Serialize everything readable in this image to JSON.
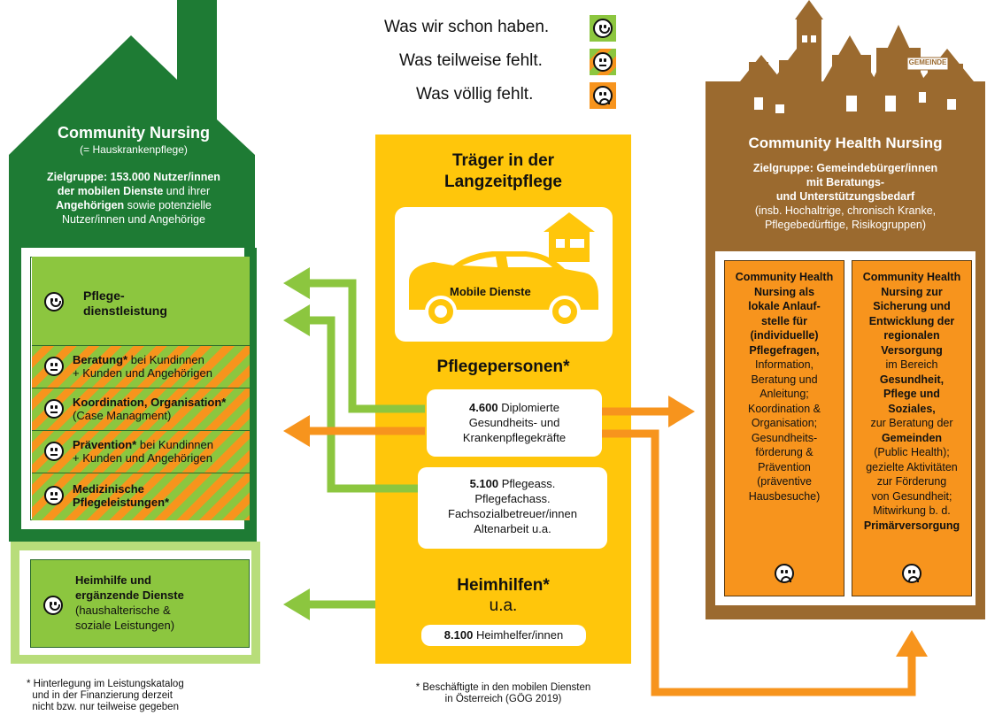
{
  "legend": {
    "have": "Was wir schon haben.",
    "partial": "Was teilweise fehlt.",
    "missing": "Was völlig fehlt."
  },
  "left": {
    "title": "Community Nursing",
    "subtitle": "(= Hauskrankenpflege)",
    "target": {
      "line1": "Zielgruppe: 153.000 Nutzer/innen",
      "line2_bold": "der mobilen Dienste",
      "line2_rest": " und ihrer",
      "line3_bold": "Angehörigen",
      "line3_rest": " sowie potenzielle",
      "line4": "Nutzer/innen und Angehörige"
    },
    "cells": [
      {
        "bold": "Pflege-",
        "bold2": "dienstleistung",
        "rest": "",
        "rest2": ""
      },
      {
        "bold": "Beratung*",
        "rest": " bei Kundinnen",
        "rest2": "+ Kunden und Angehörigen"
      },
      {
        "bold": "Koordination, Organisation*",
        "rest": "",
        "rest2": "(Case Managment)"
      },
      {
        "bold": "Prävention*",
        "rest": " bei Kundinnen",
        "rest2": "+ Kunden und Angehörigen"
      },
      {
        "bold": "Medizinische",
        "rest": "",
        "bold2": "Pflegeleistungen*"
      }
    ],
    "home": {
      "line1": "Heimhilfe und",
      "line2": "ergänzende Dienste",
      "line3": "(haushalterische &",
      "line4": "soziale Leistungen)"
    },
    "footnote": [
      "* Hinterlegung im Leistungskatalog",
      "und in der Finanzierung derzeit",
      "nicht bzw. nur teilweise gegeben"
    ]
  },
  "center": {
    "title1": "Träger in der",
    "title2": "Langzeitpflege",
    "car_label": "Mobile Dienste",
    "pflege_title": "Pflegepersonen*",
    "box1": {
      "num": "4.600",
      "l1": " Diplomierte",
      "l2": "Gesundheits- und",
      "l3": "Krankenpflegekräfte"
    },
    "box2": {
      "num": "5.100",
      "l1": " Pflegeass.",
      "l2": "Pflegefachass.",
      "l3": "Fachsozialbetreuer/innen",
      "l4": "Altenarbeit u.a."
    },
    "heim_title": "Heimhilfen*",
    "heim_ua": "u.a.",
    "box3": {
      "num": "8.100",
      "l1": " Heimhelfer/innen"
    },
    "footnote": [
      "* Beschäftigte in den mobilen Diensten",
      "in Österreich (GÖG 2019)"
    ]
  },
  "right": {
    "sign": "GEMEINDE",
    "title": "Community Health Nursing",
    "target1": "Zielgruppe: Gemeindebürger/innen",
    "target2": "mit Beratungs-",
    "target3": "und Unterstützungsbedarf",
    "target4": "(insb. Hochaltrige, chronisch Kranke,",
    "target5": "Pflegebedürftige, Risikogruppen)",
    "col1": [
      "Community Health",
      "Nursing als",
      "lokale Anlauf-",
      "stelle für",
      "(individuelle)",
      "Pflegefragen,",
      "Information,",
      "Beratung und",
      "Anleitung;",
      "Koordination &",
      "Organisation;",
      "Gesundheits-",
      "förderung &",
      "Prävention",
      "(präventive",
      "Hausbesuche)"
    ],
    "col2": [
      "Community Health",
      "Nursing zur",
      "Sicherung und",
      "Entwicklung der",
      "regionalen",
      "Versorgung",
      "im Bereich",
      "Gesundheit,",
      "Pflege und",
      "Soziales,",
      "zur Beratung der",
      "Gemeinden",
      "(Public Health);",
      "gezielte Aktivitäten",
      "zur Förderung",
      "von Gesundheit;",
      "Mitwirkung b. d.",
      "Primärversorgung"
    ]
  },
  "colors": {
    "green_dark": "#1e7b34",
    "green": "#8cc63f",
    "yellow": "#ffc60b",
    "orange": "#f7941d",
    "brown": "#9b6a2f"
  }
}
